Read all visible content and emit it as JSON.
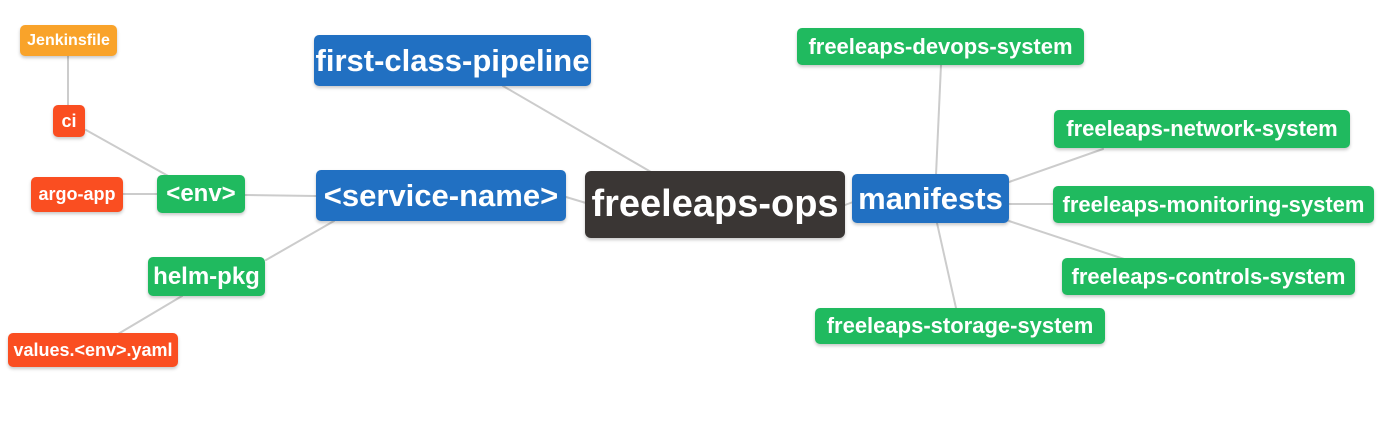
{
  "diagram": {
    "type": "mindmap",
    "root": "freeleaps_ops",
    "colors": {
      "blue": "#2170c2",
      "green": "#20ba5f",
      "red": "#fa4e21",
      "amber": "#f9a32a",
      "dark": "#3a3634",
      "edge": "#cccccc",
      "background": "#ffffff",
      "text": "#ffffff"
    },
    "nodes": {
      "jenkinsfile": {
        "label": "Jenkinsfile",
        "color": "amber"
      },
      "ci": {
        "label": "ci",
        "color": "red"
      },
      "argo_app": {
        "label": "argo-app",
        "color": "red"
      },
      "env": {
        "label": "<env>",
        "color": "green"
      },
      "helm_pkg": {
        "label": "helm-pkg",
        "color": "green"
      },
      "values_env_yaml": {
        "label": "values.<env>.yaml",
        "color": "red"
      },
      "first_class_pipeline": {
        "label": "first-class-pipeline",
        "color": "blue"
      },
      "service_name": {
        "label": "<service-name>",
        "color": "blue"
      },
      "freeleaps_ops": {
        "label": "freeleaps-ops",
        "color": "dark"
      },
      "manifests": {
        "label": "manifests",
        "color": "blue"
      },
      "devops_system": {
        "label": "freeleaps-devops-system",
        "color": "green"
      },
      "network_system": {
        "label": "freeleaps-network-system",
        "color": "green"
      },
      "monitoring_system": {
        "label": "freeleaps-monitoring-system",
        "color": "green"
      },
      "controls_system": {
        "label": "freeleaps-controls-system",
        "color": "green"
      },
      "storage_system": {
        "label": "freeleaps-storage-system",
        "color": "green"
      }
    },
    "edges": [
      {
        "from": "jenkinsfile",
        "to": "ci"
      },
      {
        "from": "ci",
        "to": "env"
      },
      {
        "from": "argo_app",
        "to": "env"
      },
      {
        "from": "env",
        "to": "service_name"
      },
      {
        "from": "helm_pkg",
        "to": "service_name"
      },
      {
        "from": "values_env_yaml",
        "to": "helm_pkg"
      },
      {
        "from": "service_name",
        "to": "freeleaps_ops"
      },
      {
        "from": "first_class_pipeline",
        "to": "freeleaps_ops"
      },
      {
        "from": "freeleaps_ops",
        "to": "manifests"
      },
      {
        "from": "manifests",
        "to": "devops_system"
      },
      {
        "from": "manifests",
        "to": "network_system"
      },
      {
        "from": "manifests",
        "to": "monitoring_system"
      },
      {
        "from": "manifests",
        "to": "controls_system"
      },
      {
        "from": "manifests",
        "to": "storage_system"
      }
    ]
  }
}
